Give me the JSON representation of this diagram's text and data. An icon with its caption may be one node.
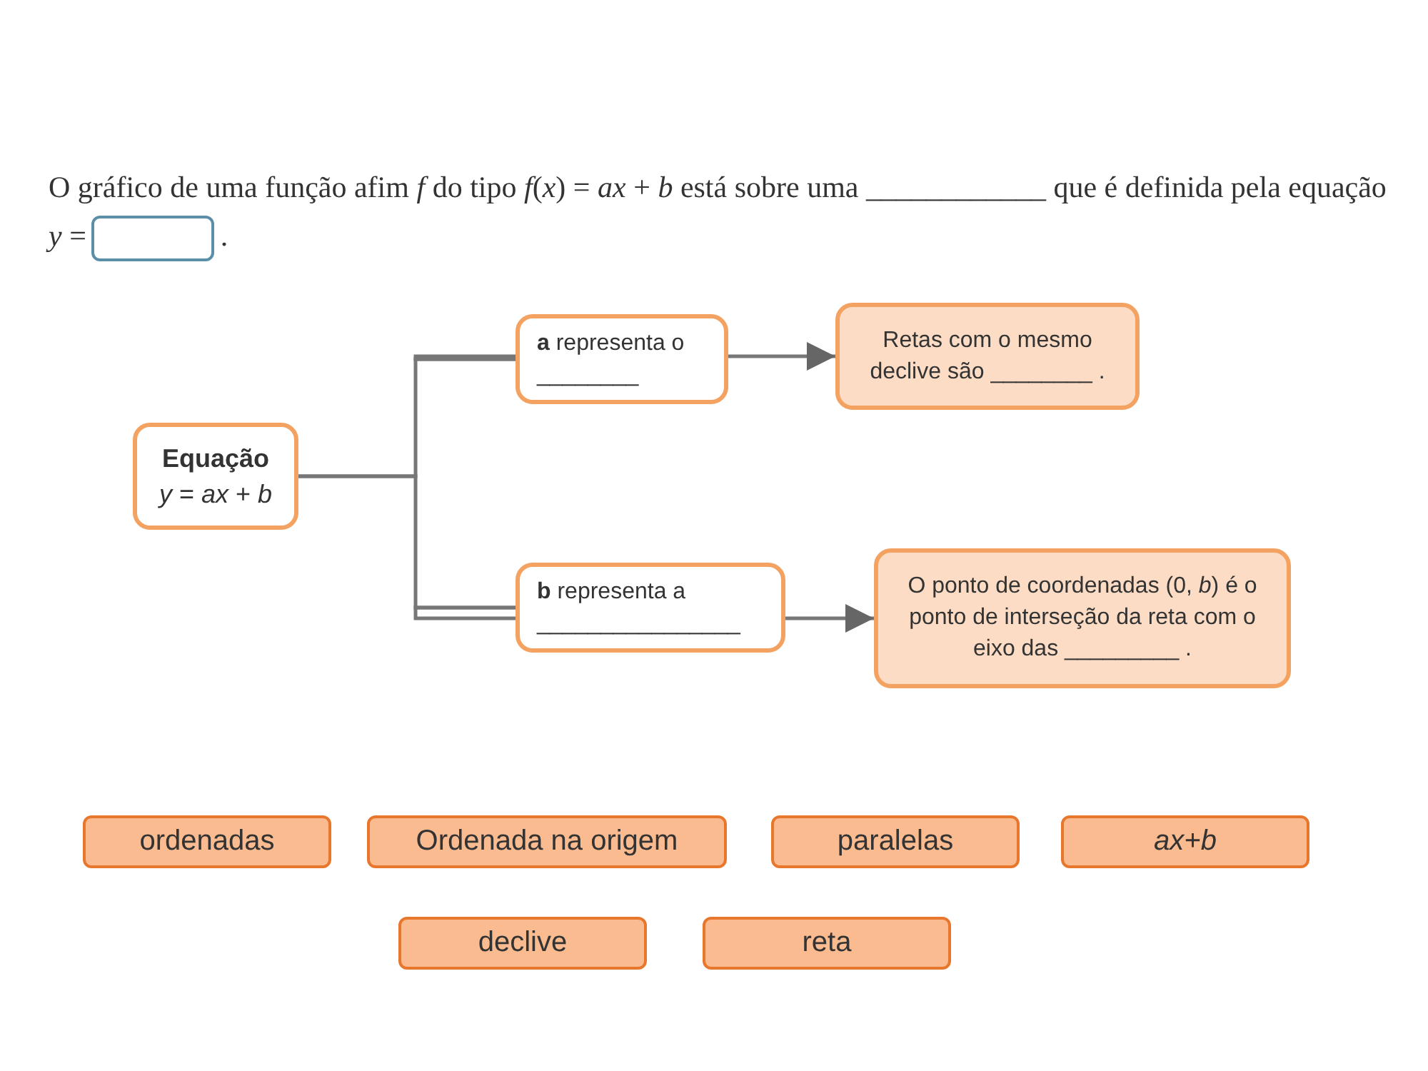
{
  "diagram": {
    "nodes": [
      {
        "text": [
          "Equação",
          "*y* = *ax* + *b*"
        ]
      },
      {
        "text": [
          "**a** representa o ________"
        ]
      },
      {
        "text": [
          "Retas com o mesmo declive são ________ ."
        ]
      },
      {
        "text": [
          "**b** representa a ________________"
        ]
      },
      {
        "text": [
          "O ponto de coordenadas (0, *b*) é o ponto de interseção da reta com o eixo das _________ ."
        ]
      },
      {
        "text": [
          "ordenadas"
        ]
      },
      {
        "text": [
          "Ordenada na origem"
        ]
      },
      {
        "text": [
          "paralelas"
        ]
      },
      {
        "text": [
          "ax+b"
        ]
      },
      {
        "text": [
          "declive"
        ]
      },
      {
        "text": [
          "reta"
        ]
      }
    ],
    "edges": [
      {
        "from": 0,
        "to": 1,
        "arrow": "none"
      },
      {
        "from": 0,
        "to": 3,
        "arrow": "none"
      },
      {
        "from": 1,
        "to": 2,
        "arrow": "to"
      },
      {
        "from": 3,
        "to": 4,
        "arrow": "to"
      }
    ],
    "labels": [
      "O gráfico de uma função afim *f* do tipo *f*(*x*) = *ax* + *b* está sobre uma ____________ que é definida pela equação *y* =",
      "."
    ]
  }
}
